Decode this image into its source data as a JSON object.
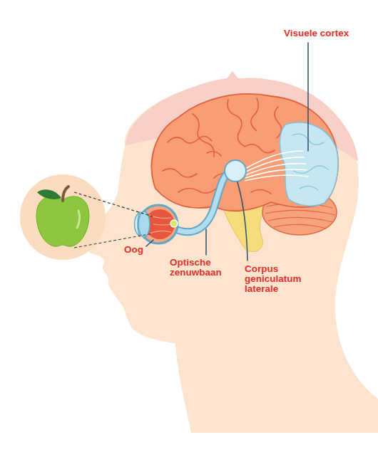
{
  "diagram": {
    "labels": [
      "Visuele cortex",
      "Oog",
      "Optische zenuwbaan",
      "Corpus geniculatum laterale"
    ]
  }
}
